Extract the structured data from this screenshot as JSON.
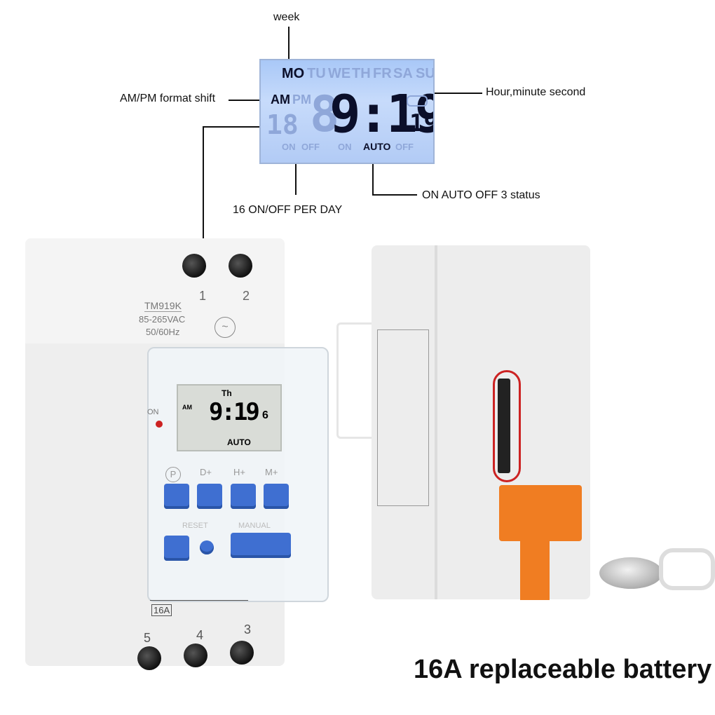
{
  "callouts": {
    "week": "week",
    "ampm": "AM/PM format shift",
    "hour": "Hour,minute second",
    "onoff": "16 ON/OFF PER DAY",
    "status": "ON AUTO OFF 3 status"
  },
  "lcd": {
    "days": [
      "MO",
      "TU",
      "WE",
      "TH",
      "FR",
      "SA",
      "SU"
    ],
    "am": "AM",
    "pm": "PM",
    "seg_left": "18",
    "time": "9:19",
    "seconds": "19",
    "lbl_on1": "ON",
    "lbl_off1": "OFF",
    "lbl_on2": "ON",
    "lbl_auto": "AUTO",
    "lbl_off2": "OFF"
  },
  "front_device": {
    "model": "TM919K",
    "voltage": "85-265VAC",
    "freq": "50/60Hz",
    "on_label": "ON",
    "lcd_day": "Th",
    "lcd_am": "AM",
    "lcd_time": "9:19",
    "lcd_sec": "6",
    "lcd_auto": "AUTO",
    "btn_p": "P",
    "btn_d": "D+",
    "btn_h": "H+",
    "btn_m": "M+",
    "reset_label": "RESET",
    "manual_label": "MANUAL",
    "terminal_1": "1",
    "terminal_2": "2",
    "terminal_3": "3",
    "terminal_4": "4",
    "terminal_5": "5",
    "rating": "16A"
  },
  "caption": "16A replaceable battery"
}
